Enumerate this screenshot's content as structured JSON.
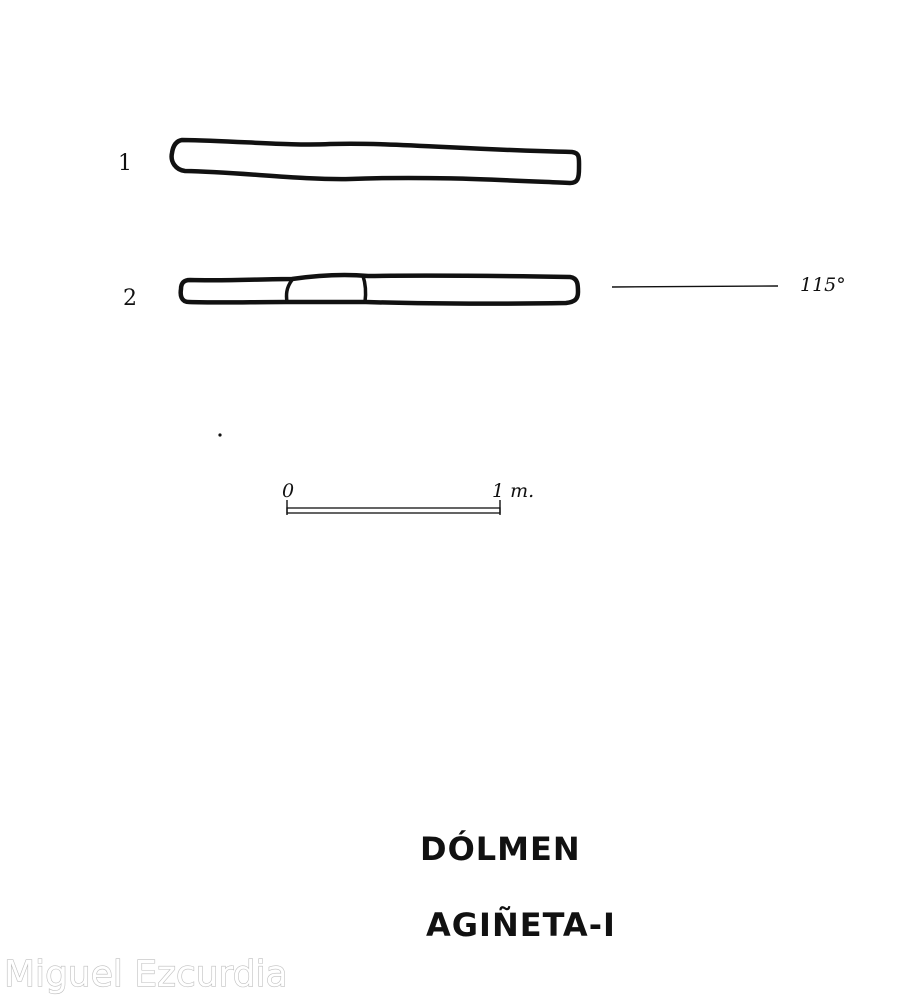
{
  "stones": {
    "stone1": {
      "number": "1"
    },
    "stone2": {
      "number": "2",
      "orientation": "115°"
    }
  },
  "scale": {
    "start_label": "0",
    "end_label": "1 m."
  },
  "title": {
    "line1": "DÓLMEN",
    "line2": "AGIÑETA-I"
  },
  "watermark": "Miguel Ezcurdia",
  "colors": {
    "ink": "#111111",
    "paper": "#ffffff"
  }
}
